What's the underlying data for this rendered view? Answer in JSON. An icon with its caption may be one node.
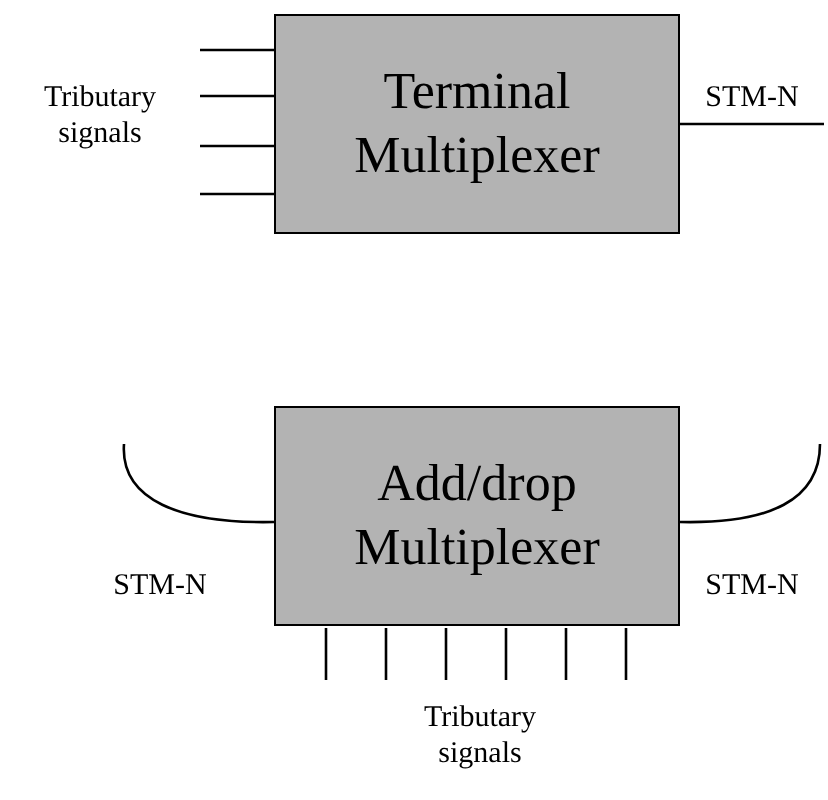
{
  "diagram": {
    "nodes": [
      {
        "text": [
          "Terminal Multiplexer"
        ]
      },
      {
        "text": [
          "Add/drop Multiplexer"
        ]
      }
    ],
    "edges": [
      {
        "from": null,
        "to": 0,
        "arrow": "none"
      },
      {
        "from": null,
        "to": 0,
        "arrow": "none"
      },
      {
        "from": null,
        "to": 0,
        "arrow": "none"
      },
      {
        "from": null,
        "to": 0,
        "arrow": "none"
      },
      {
        "from": 0,
        "to": null,
        "arrow": "none"
      },
      {
        "from": null,
        "to": 1,
        "arrow": "none"
      },
      {
        "from": 1,
        "to": null,
        "arrow": "none"
      },
      {
        "from": 1,
        "to": null,
        "arrow": "none"
      },
      {
        "from": 1,
        "to": null,
        "arrow": "none"
      },
      {
        "from": 1,
        "to": null,
        "arrow": "none"
      },
      {
        "from": 1,
        "to": null,
        "arrow": "none"
      },
      {
        "from": 1,
        "to": null,
        "arrow": "none"
      },
      {
        "from": 1,
        "to": null,
        "arrow": "none"
      }
    ],
    "labels": [
      "Tributary signals",
      "STM-N",
      "STM-N",
      "STM-N",
      "Tributary signals"
    ]
  }
}
